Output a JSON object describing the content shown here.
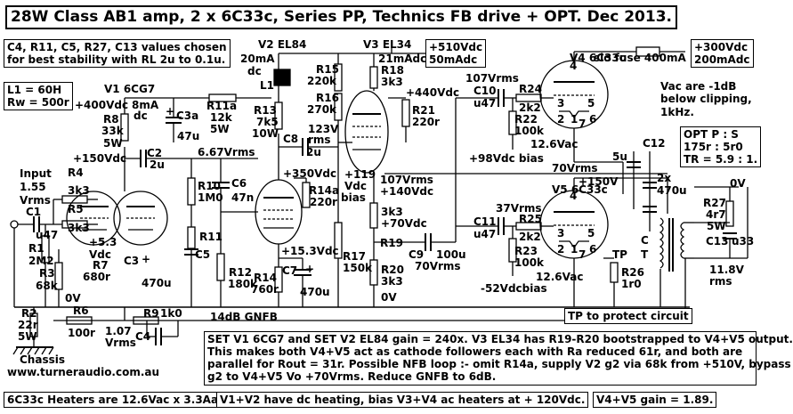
{
  "title": "28W Class AB1 amp, 2 x 6C33c, Series PP, Technics FB drive + OPT. Dec 2013.",
  "notes": {
    "stability": [
      "C4, R11, C5, R27, C13 values chosen",
      "for best stability with RL 2u to 0.1u."
    ],
    "choke": [
      "L1 = 60H",
      "Rw = 500r"
    ],
    "vac": [
      "Vac are -1dB",
      "below clipping,",
      "1kHz."
    ],
    "opt": [
      "OPT  P : S",
      "175r : 5r0",
      "TR = 5.9 : 1."
    ],
    "supply_510": [
      "+510Vdc",
      "50mAdc"
    ],
    "supply_300": [
      "+300Vdc",
      "200mAdc"
    ],
    "summary": [
      "SET V1 6CG7 and SET V2 EL84 gain = 240x. V3 EL34 has R19-R20 bootstrapped to V4+V5 output.",
      "This makes both V4+V5 act as cathode followers each with Ra reduced 61r, and both are",
      "parallel for Rout = 31r.  Possible NFB loop :- omit R14a, supply V2 g2 via 68k from +510V, bypass",
      "g2 to V4+V5 Vo +70Vrms. Reduce GNFB to 6dB."
    ],
    "heaters": "6C33c Heaters are 12.6Vac x 3.3Aac",
    "dc_heating": "V1+V2 have dc heating, bias V3+V4 ac heaters at + 120Vdc.",
    "gain": "V4+V5 gain = 1.89.",
    "tp_note": "TP to protect circuit",
    "gnfb": "14dB GNFB",
    "website": "www.turneraudio.com.au",
    "chassis": "Chassis"
  },
  "tubes": {
    "v1": "V1  6CG7",
    "v2": "V2  EL84",
    "v3": "V3  EL34",
    "v4": "V4  6C33c",
    "v5": "V5  6C33c"
  },
  "labels": [
    {
      "id": "input",
      "text": "Input"
    },
    {
      "id": "vin",
      "text": "1.55"
    },
    {
      "id": "vin2",
      "text": "Vrms"
    },
    {
      "id": "c1",
      "text": "C1"
    },
    {
      "id": "c1v",
      "text": "u47"
    },
    {
      "id": "r1",
      "text": "R1"
    },
    {
      "id": "r1v",
      "text": "2M2"
    },
    {
      "id": "r3",
      "text": "R3"
    },
    {
      "id": "r3v",
      "text": "68k"
    },
    {
      "id": "zero1",
      "text": "0V"
    },
    {
      "id": "r4",
      "text": "R4"
    },
    {
      "id": "r4v",
      "text": "3k3"
    },
    {
      "id": "r5",
      "text": "R5"
    },
    {
      "id": "r5v",
      "text": "3k3"
    },
    {
      "id": "v53",
      "text": "+5.3"
    },
    {
      "id": "vdc1",
      "text": "Vdc"
    },
    {
      "id": "r7",
      "text": "R7"
    },
    {
      "id": "r7v",
      "text": "680r"
    },
    {
      "id": "c3",
      "text": "C3"
    },
    {
      "id": "c3v",
      "text": "470u"
    },
    {
      "id": "c3p",
      "text": "+"
    },
    {
      "id": "r8",
      "text": "R8"
    },
    {
      "id": "r8v",
      "text": "33k"
    },
    {
      "id": "r8w",
      "text": "5W"
    },
    {
      "id": "v400",
      "text": "+400Vdc"
    },
    {
      "id": "i8",
      "text": "8mA"
    },
    {
      "id": "i8dc",
      "text": "dc"
    },
    {
      "id": "c3a",
      "text": "C3a"
    },
    {
      "id": "c3av",
      "text": "47u"
    },
    {
      "id": "c3ap",
      "text": "+"
    },
    {
      "id": "r11a",
      "text": "R11a"
    },
    {
      "id": "r11av",
      "text": "12k"
    },
    {
      "id": "r11aw",
      "text": "5W"
    },
    {
      "id": "v150a",
      "text": "+150Vdc"
    },
    {
      "id": "c2",
      "text": "C2"
    },
    {
      "id": "c2v",
      "text": "2u"
    },
    {
      "id": "v667",
      "text": "6.67Vrms"
    },
    {
      "id": "r10",
      "text": "R10"
    },
    {
      "id": "r10v",
      "text": "1M0"
    },
    {
      "id": "c6",
      "text": "C6"
    },
    {
      "id": "c6v",
      "text": "47n"
    },
    {
      "id": "r11",
      "text": "R11"
    },
    {
      "id": "c5",
      "text": "C5"
    },
    {
      "id": "r12",
      "text": "R12"
    },
    {
      "id": "r12v",
      "text": "180k"
    },
    {
      "id": "i20",
      "text": "20mA"
    },
    {
      "id": "i20dc",
      "text": "dc"
    },
    {
      "id": "l1",
      "text": "L1"
    },
    {
      "id": "r13",
      "text": "R13"
    },
    {
      "id": "r13v",
      "text": "7k5"
    },
    {
      "id": "r13w",
      "text": "10W"
    },
    {
      "id": "c8",
      "text": "C8"
    },
    {
      "id": "c8v",
      "text": "2u"
    },
    {
      "id": "v123",
      "text": "123V"
    },
    {
      "id": "v123r",
      "text": "rms"
    },
    {
      "id": "v350",
      "text": "+350Vdc"
    },
    {
      "id": "r14a",
      "text": "R14a"
    },
    {
      "id": "r14av",
      "text": "220r"
    },
    {
      "id": "v153",
      "text": "+15.3Vdc"
    },
    {
      "id": "r14",
      "text": "R14"
    },
    {
      "id": "r14v",
      "text": "760r"
    },
    {
      "id": "c7",
      "text": "C7"
    },
    {
      "id": "c7v",
      "text": "470u"
    },
    {
      "id": "c7p",
      "text": "+"
    },
    {
      "id": "r15",
      "text": "R15"
    },
    {
      "id": "r15v",
      "text": "220k"
    },
    {
      "id": "r16",
      "text": "R16"
    },
    {
      "id": "r16v",
      "text": "270k"
    },
    {
      "id": "b119",
      "text": "+119"
    },
    {
      "id": "b119v",
      "text": "Vdc"
    },
    {
      "id": "b119b",
      "text": "bias"
    },
    {
      "id": "r17",
      "text": "R17"
    },
    {
      "id": "r17v",
      "text": "150k"
    },
    {
      "id": "i21",
      "text": "21mAdc"
    },
    {
      "id": "r18",
      "text": "R18"
    },
    {
      "id": "r18v",
      "text": "3k3"
    },
    {
      "id": "v440",
      "text": "+440Vdc"
    },
    {
      "id": "r21",
      "text": "R21"
    },
    {
      "id": "r21v",
      "text": "220r"
    },
    {
      "id": "v107a",
      "text": "107Vrms"
    },
    {
      "id": "v140",
      "text": "+140Vdc"
    },
    {
      "id": "r19",
      "text": "R19"
    },
    {
      "id": "r19v",
      "text": "3k3"
    },
    {
      "id": "v70",
      "text": "+70Vdc"
    },
    {
      "id": "r20",
      "text": "R20"
    },
    {
      "id": "r20v",
      "text": "3k3"
    },
    {
      "id": "zero2",
      "text": "0V"
    },
    {
      "id": "c9",
      "text": "C9"
    },
    {
      "id": "c9v",
      "text": "100u"
    },
    {
      "id": "v70r",
      "text": "70Vrms"
    },
    {
      "id": "v107b",
      "text": "107Vrms"
    },
    {
      "id": "c10",
      "text": "C10"
    },
    {
      "id": "c10v",
      "text": "u47"
    },
    {
      "id": "r24",
      "text": "R24"
    },
    {
      "id": "r24v",
      "text": "2k2"
    },
    {
      "id": "r22",
      "text": "R22"
    },
    {
      "id": "r22v",
      "text": "100k"
    },
    {
      "id": "b98",
      "text": "+98Vdc bias"
    },
    {
      "id": "h126a",
      "text": "12.6Vac"
    },
    {
      "id": "v37",
      "text": "37Vrms"
    },
    {
      "id": "c11",
      "text": "C11"
    },
    {
      "id": "c11v",
      "text": "u47"
    },
    {
      "id": "r25",
      "text": "R25"
    },
    {
      "id": "r25v",
      "text": "2k2"
    },
    {
      "id": "r23",
      "text": "R23"
    },
    {
      "id": "r23v",
      "text": "100k"
    },
    {
      "id": "b52",
      "text": "-52Vdcbias"
    },
    {
      "id": "h126b",
      "text": "12.6Vac"
    },
    {
      "id": "tp",
      "text": "TP"
    },
    {
      "id": "r26",
      "text": "R26"
    },
    {
      "id": "r26v",
      "text": "1r0"
    },
    {
      "id": "v70o",
      "text": "70Vrms"
    },
    {
      "id": "v150b",
      "text": "+150V"
    },
    {
      "id": "c12",
      "text": "C12"
    },
    {
      "id": "c12v",
      "text": "5u"
    },
    {
      "id": "c12c",
      "text": "2x"
    },
    {
      "id": "c12d",
      "text": "470u"
    },
    {
      "id": "fuse",
      "text": "slo fuse 400mA"
    },
    {
      "id": "ct1",
      "text": "C"
    },
    {
      "id": "ct2",
      "text": "T"
    },
    {
      "id": "r27",
      "text": "R27"
    },
    {
      "id": "r27v",
      "text": "4r7"
    },
    {
      "id": "r27w",
      "text": "5W"
    },
    {
      "id": "zero3",
      "text": "0V"
    },
    {
      "id": "c13",
      "text": "C13"
    },
    {
      "id": "c13v",
      "text": "u33"
    },
    {
      "id": "v118",
      "text": "11.8V"
    },
    {
      "id": "v118r",
      "text": "rms"
    },
    {
      "id": "r2",
      "text": "R2"
    },
    {
      "id": "r2v",
      "text": "22r"
    },
    {
      "id": "r2w",
      "text": "5W"
    },
    {
      "id": "r6",
      "text": "R6"
    },
    {
      "id": "r6v",
      "text": "100r"
    },
    {
      "id": "v107c",
      "text": "1.07"
    },
    {
      "id": "v107cr",
      "text": "Vrms"
    },
    {
      "id": "r9",
      "text": "R9"
    },
    {
      "id": "r9v",
      "text": "1k0"
    },
    {
      "id": "c4",
      "text": "C4"
    },
    {
      "id": "p1",
      "text": "1"
    },
    {
      "id": "p2a",
      "text": "2"
    },
    {
      "id": "p3a",
      "text": "3"
    },
    {
      "id": "p4a",
      "text": "4"
    },
    {
      "id": "p5a",
      "text": "5"
    },
    {
      "id": "p6a",
      "text": "6"
    },
    {
      "id": "p7a",
      "text": "7"
    },
    {
      "id": "p2b",
      "text": "2"
    },
    {
      "id": "p3b",
      "text": "3"
    },
    {
      "id": "p4b",
      "text": "4"
    },
    {
      "id": "p5b",
      "text": "5"
    },
    {
      "id": "p6b",
      "text": "6"
    },
    {
      "id": "p1b",
      "text": "1"
    },
    {
      "id": "p7b",
      "text": "7"
    }
  ]
}
